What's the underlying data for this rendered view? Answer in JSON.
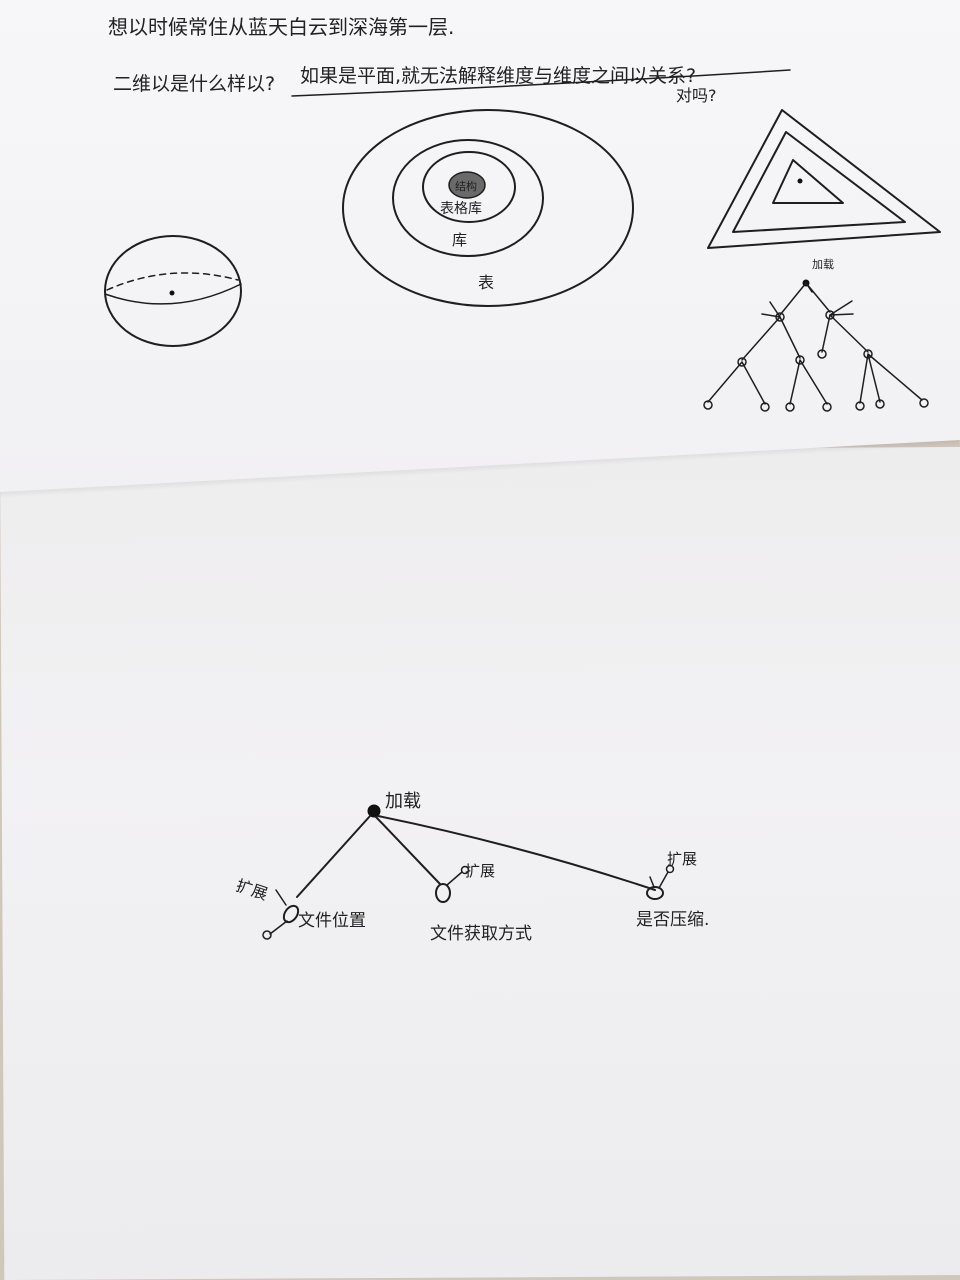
{
  "top_sheet": {
    "line1": "想以时候常住从蓝天白云到深海第一层.",
    "question": "二维以是什么样以?",
    "answer": "如果是平面,就无法解释维度与维度之间以关系?",
    "right_note": "对吗?",
    "circle_labels": {
      "inner": "结构",
      "inner_ring": "表格库",
      "middle": "库",
      "outer": "表"
    },
    "tree_root": "加载"
  },
  "bottom_sheet": {
    "root": "加载",
    "branches": [
      {
        "label": "文件位置",
        "sub": "扩展"
      },
      {
        "label": "文件获取方式",
        "sub": "扩展"
      },
      {
        "label": "是否压缩.",
        "sub": "扩展"
      }
    ]
  }
}
